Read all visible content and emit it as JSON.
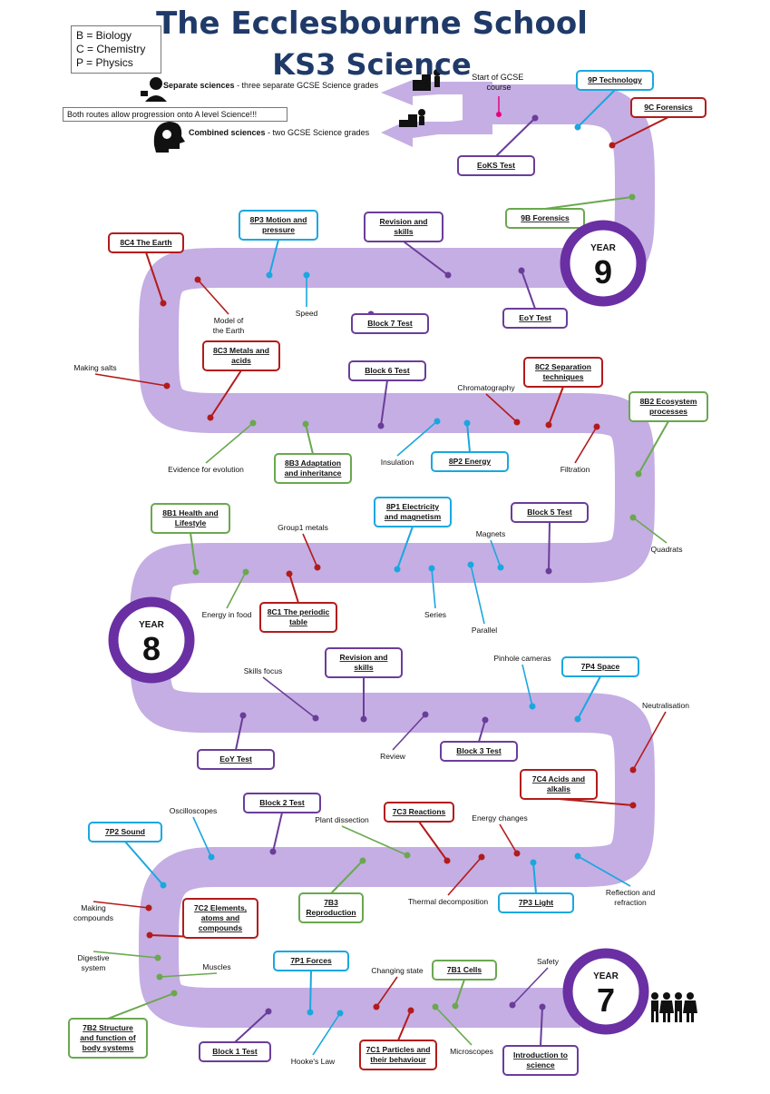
{
  "header": {
    "title": "The Ecclesbourne School",
    "subtitle": "KS3 Science"
  },
  "legend": {
    "lines": [
      "B = Biology",
      "C = Chemistry",
      "P = Physics"
    ]
  },
  "routes": {
    "separate_bold": "Separate sciences",
    "separate_rest": " - three separate GCSE Science grades",
    "both_note": "Both routes allow progression onto A level Science!!!",
    "combined_bold": "Combined sciences",
    "combined_rest": " - two  GCSE Science grades",
    "start": [
      "Start of GCSE",
      "course"
    ]
  },
  "colors": {
    "biology": "#6aa84f",
    "chemistry": "#b31b1b",
    "physics": "#1aa7e0",
    "general": "#6a3d9a",
    "road": "#c5aee3",
    "year_ring": "#6a2fa3",
    "title": "#1f3a68",
    "gcse_marker": "#e6007e"
  },
  "years": [
    {
      "label": "YEAR",
      "number": "9"
    },
    {
      "label": "YEAR",
      "number": "8"
    },
    {
      "label": "YEAR",
      "number": "7"
    }
  ],
  "units": [
    {
      "lines": [
        "9P Technology"
      ],
      "subject": "physics"
    },
    {
      "lines": [
        "9C Forensics"
      ],
      "subject": "chemistry"
    },
    {
      "lines": [
        "EoKS Test"
      ],
      "subject": "general"
    },
    {
      "lines": [
        "9B Forensics"
      ],
      "subject": "biology"
    },
    {
      "lines": [
        "8P3 Motion and",
        "pressure"
      ],
      "subject": "physics"
    },
    {
      "lines": [
        "Revision and",
        "skills"
      ],
      "subject": "general"
    },
    {
      "lines": [
        "8C4 The Earth"
      ],
      "subject": "chemistry"
    },
    {
      "lines": [
        "Block 7 Test"
      ],
      "subject": "general"
    },
    {
      "lines": [
        "EoY Test"
      ],
      "subject": "general"
    },
    {
      "lines": [
        "8C3 Metals and",
        "acids"
      ],
      "subject": "chemistry"
    },
    {
      "lines": [
        "Block 6 Test"
      ],
      "subject": "general"
    },
    {
      "lines": [
        "8C2 Separation",
        "techniques"
      ],
      "subject": "chemistry"
    },
    {
      "lines": [
        "8B2 Ecosystem",
        "processes"
      ],
      "subject": "biology"
    },
    {
      "lines": [
        "8B3 Adaptation",
        "and inheritance"
      ],
      "subject": "biology"
    },
    {
      "lines": [
        "8P2 Energy"
      ],
      "subject": "physics"
    },
    {
      "lines": [
        "8B1 Health and",
        "Lifestyle"
      ],
      "subject": "biology"
    },
    {
      "lines": [
        "8P1 Electricity",
        "and magnetism"
      ],
      "subject": "physics"
    },
    {
      "lines": [
        "Block 5 Test"
      ],
      "subject": "general"
    },
    {
      "lines": [
        "8C1 The periodic",
        "table"
      ],
      "subject": "chemistry"
    },
    {
      "lines": [
        "Revision and",
        "skills"
      ],
      "subject": "general"
    },
    {
      "lines": [
        "7P4 Space"
      ],
      "subject": "physics"
    },
    {
      "lines": [
        "EoY Test"
      ],
      "subject": "general"
    },
    {
      "lines": [
        "Block 3 Test"
      ],
      "subject": "general"
    },
    {
      "lines": [
        "7C4 Acids and",
        "alkalis"
      ],
      "subject": "chemistry"
    },
    {
      "lines": [
        "Block 2 Test"
      ],
      "subject": "general"
    },
    {
      "lines": [
        "7C3 Reactions"
      ],
      "subject": "chemistry"
    },
    {
      "lines": [
        "7P2 Sound"
      ],
      "subject": "physics"
    },
    {
      "lines": [
        "7B3",
        "Reproduction"
      ],
      "subject": "biology"
    },
    {
      "lines": [
        "7P3 Light"
      ],
      "subject": "physics"
    },
    {
      "lines": [
        "7C2 Elements,",
        "atoms and",
        "compounds"
      ],
      "subject": "chemistry"
    },
    {
      "lines": [
        "7P1 Forces"
      ],
      "subject": "physics"
    },
    {
      "lines": [
        "7B1 Cells"
      ],
      "subject": "biology"
    },
    {
      "lines": [
        "7B2 Structure",
        "and function of",
        "body systems"
      ],
      "subject": "biology"
    },
    {
      "lines": [
        "Block 1 Test"
      ],
      "subject": "general"
    },
    {
      "lines": [
        "7C1 Particles and",
        "their behaviour"
      ],
      "subject": "chemistry"
    },
    {
      "lines": [
        "Introduction to",
        "science"
      ],
      "subject": "general"
    }
  ],
  "topics": [
    {
      "lines": [
        "Model of",
        "the Earth"
      ],
      "subject": "chemistry"
    },
    {
      "lines": [
        "Speed"
      ],
      "subject": "physics"
    },
    {
      "lines": [
        "Making salts"
      ],
      "subject": "chemistry"
    },
    {
      "lines": [
        "Chromatography"
      ],
      "subject": "chemistry"
    },
    {
      "lines": [
        "Evidence for evolution"
      ],
      "subject": "biology"
    },
    {
      "lines": [
        "Insulation"
      ],
      "subject": "physics"
    },
    {
      "lines": [
        "Filtration"
      ],
      "subject": "chemistry"
    },
    {
      "lines": [
        "Group1 metals"
      ],
      "subject": "chemistry"
    },
    {
      "lines": [
        "Magnets"
      ],
      "subject": "physics"
    },
    {
      "lines": [
        "Quadrats"
      ],
      "subject": "biology"
    },
    {
      "lines": [
        "Energy in food"
      ],
      "subject": "biology"
    },
    {
      "lines": [
        "Series"
      ],
      "subject": "physics"
    },
    {
      "lines": [
        "Parallel"
      ],
      "subject": "physics"
    },
    {
      "lines": [
        "Skills focus"
      ],
      "subject": "general"
    },
    {
      "lines": [
        "Pinhole cameras"
      ],
      "subject": "physics"
    },
    {
      "lines": [
        "Neutralisation"
      ],
      "subject": "chemistry"
    },
    {
      "lines": [
        "Review"
      ],
      "subject": "general"
    },
    {
      "lines": [
        "Oscilloscopes"
      ],
      "subject": "physics"
    },
    {
      "lines": [
        "Plant dissection"
      ],
      "subject": "biology"
    },
    {
      "lines": [
        "Energy changes"
      ],
      "subject": "chemistry"
    },
    {
      "lines": [
        "Making",
        "compounds"
      ],
      "subject": "chemistry"
    },
    {
      "lines": [
        "Thermal decomposition"
      ],
      "subject": "chemistry"
    },
    {
      "lines": [
        "Reflection and",
        "refraction"
      ],
      "subject": "physics"
    },
    {
      "lines": [
        "Digestive",
        "system"
      ],
      "subject": "biology"
    },
    {
      "lines": [
        "Muscles"
      ],
      "subject": "biology"
    },
    {
      "lines": [
        "Changing state"
      ],
      "subject": "chemistry"
    },
    {
      "lines": [
        "Safety"
      ],
      "subject": "general"
    },
    {
      "lines": [
        "Hooke's Law"
      ],
      "subject": "physics"
    },
    {
      "lines": [
        "Microscopes"
      ],
      "subject": "biology"
    }
  ]
}
